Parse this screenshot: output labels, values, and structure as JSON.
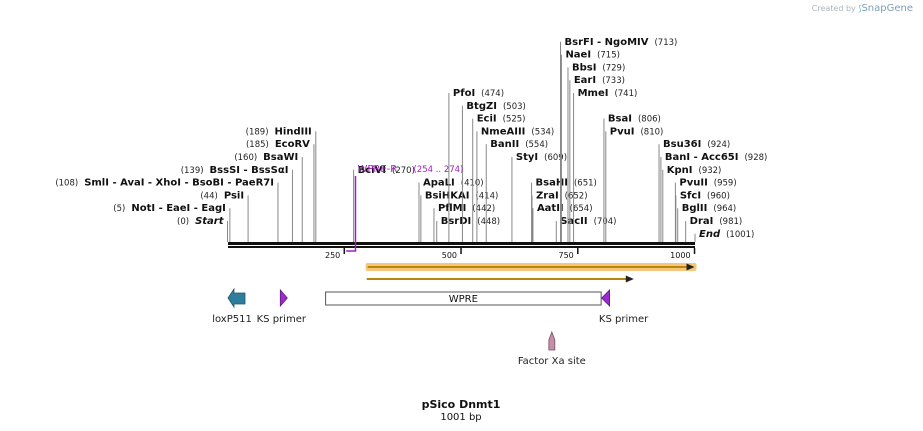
{
  "brand": {
    "prefix": "Created by",
    "name": "SnapGene"
  },
  "plasmid": {
    "name": "pSico Dnmt1",
    "length_label": "1001 bp"
  },
  "scale": {
    "bp_min": 1,
    "bp_max": 1001,
    "ticks": [
      {
        "bp": 250,
        "label": "250"
      },
      {
        "bp": 500,
        "label": "500"
      },
      {
        "bp": 750,
        "label": "750"
      },
      {
        "bp": 1000,
        "label": "1000"
      }
    ]
  },
  "sites": [
    {
      "name": "Start",
      "pos_label": "(0)",
      "bp": 0,
      "tier": 0,
      "italic": true
    },
    {
      "name": "NotI  - EaeI  - EagI",
      "pos_label": "(5)",
      "bp": 5,
      "tier": 1
    },
    {
      "name": "PsiI",
      "pos_label": "(44)",
      "bp": 44,
      "tier": 2
    },
    {
      "name": "SmlI  - AvaI  - XhoI  - BsoBI  - PaeR7I",
      "pos_label": "(108)",
      "bp": 108,
      "tier": 3
    },
    {
      "name": "BssSI  - BssSαI",
      "pos_label": "(139)",
      "bp": 139,
      "tier": 4
    },
    {
      "name": "BsaWI",
      "pos_label": "(160)",
      "bp": 160,
      "tier": 5
    },
    {
      "name": "EcoRV",
      "pos_label": "(185)",
      "bp": 185,
      "tier": 6
    },
    {
      "name": "HindIII",
      "pos_label": "(189)",
      "bp": 189,
      "tier": 7
    },
    {
      "name": "BciVI",
      "pos_label": "(270)",
      "bp": 270,
      "tier": 4,
      "label_right": true
    },
    {
      "name": "BsrDI",
      "pos_label": "(448)",
      "bp": 448,
      "tier": 0,
      "label_right": true
    },
    {
      "name": "PflMI",
      "pos_label": "(442)",
      "bp": 442,
      "tier": 1,
      "label_right": true
    },
    {
      "name": "BsiHKAI",
      "pos_label": "(414)",
      "bp": 414,
      "tier": 2,
      "label_right": true
    },
    {
      "name": "ApaLI",
      "pos_label": "(410)",
      "bp": 410,
      "tier": 3,
      "label_right": true
    },
    {
      "name": "PfoI",
      "pos_label": "(474)",
      "bp": 474,
      "tier": 10,
      "label_right": true
    },
    {
      "name": "BtgZI",
      "pos_label": "(503)",
      "bp": 503,
      "tier": 9,
      "label_right": true
    },
    {
      "name": "EciI",
      "pos_label": "(525)",
      "bp": 525,
      "tier": 8,
      "label_right": true
    },
    {
      "name": "NmeAIII",
      "pos_label": "(534)",
      "bp": 534,
      "tier": 7,
      "label_right": true
    },
    {
      "name": "BanII",
      "pos_label": "(554)",
      "bp": 554,
      "tier": 6,
      "label_right": true
    },
    {
      "name": "StyI",
      "pos_label": "(609)",
      "bp": 609,
      "tier": 5,
      "label_right": true
    },
    {
      "name": "BsaHI",
      "pos_label": "(651)",
      "bp": 651,
      "tier": 3,
      "label_right": true
    },
    {
      "name": "ZraI",
      "pos_label": "(652)",
      "bp": 652,
      "tier": 2,
      "label_right": true
    },
    {
      "name": "AatII",
      "pos_label": "(654)",
      "bp": 654,
      "tier": 1,
      "label_right": true
    },
    {
      "name": "SacII",
      "pos_label": "(704)",
      "bp": 704,
      "tier": 0,
      "label_right": true
    },
    {
      "name": "BsrFI  - NgoMIV",
      "pos_label": "(713)",
      "bp": 713,
      "tier": 14,
      "label_right": true
    },
    {
      "name": "NaeI",
      "pos_label": "(715)",
      "bp": 715,
      "tier": 13,
      "label_right": true
    },
    {
      "name": "BbsI",
      "pos_label": "(729)",
      "bp": 729,
      "tier": 12,
      "label_right": true
    },
    {
      "name": "EarI",
      "pos_label": "(733)",
      "bp": 733,
      "tier": 11,
      "label_right": true
    },
    {
      "name": "MmeI",
      "pos_label": "(741)",
      "bp": 741,
      "tier": 10,
      "label_right": true
    },
    {
      "name": "BsaI",
      "pos_label": "(806)",
      "bp": 806,
      "tier": 8,
      "label_right": true
    },
    {
      "name": "PvuI",
      "pos_label": "(810)",
      "bp": 810,
      "tier": 7,
      "label_right": true
    },
    {
      "name": "Bsu36I",
      "pos_label": "(924)",
      "bp": 924,
      "tier": 6,
      "label_right": true
    },
    {
      "name": "BanI  - Acc65I",
      "pos_label": "(928)",
      "bp": 928,
      "tier": 5,
      "label_right": true
    },
    {
      "name": "KpnI",
      "pos_label": "(932)",
      "bp": 932,
      "tier": 4,
      "label_right": true
    },
    {
      "name": "PvuII",
      "pos_label": "(959)",
      "bp": 959,
      "tier": 3,
      "label_right": true
    },
    {
      "name": "SfcI",
      "pos_label": "(960)",
      "bp": 960,
      "tier": 2,
      "label_right": true
    },
    {
      "name": "BglII",
      "pos_label": "(964)",
      "bp": 964,
      "tier": 1,
      "label_right": true
    },
    {
      "name": "DraI",
      "pos_label": "(981)",
      "bp": 981,
      "tier": 0,
      "label_right": true
    },
    {
      "name": "End",
      "pos_label": "(1001)",
      "bp": 1001,
      "tier": -1,
      "label_right": true,
      "italic": true
    }
  ],
  "primer": {
    "name": "WPRE-R",
    "range_label": "(254 .. 274)",
    "color": "#a020c0"
  },
  "orfs": [
    {
      "start": 300,
      "end": 1000,
      "color": "#b8860b",
      "highlight": "#f6c77a"
    },
    {
      "start": 298,
      "end": 870,
      "color": "#b8860b",
      "highlight": "#ffffff"
    }
  ],
  "features": [
    {
      "name": "loxP511",
      "type": "arrow-left",
      "start": 1,
      "end": 35,
      "color": "#2e7d9a",
      "label_row": 0
    },
    {
      "name": "KS primer",
      "type": "arrow-right",
      "start": 113,
      "end": 131,
      "color": "#9a2ccf",
      "label_row": 0
    },
    {
      "name": "WPRE",
      "type": "box",
      "start": 210,
      "end": 800,
      "color": "#ffffff"
    },
    {
      "name": "KS primer",
      "type": "arrow-left",
      "start": 801,
      "end": 818,
      "color": "#9a2ccf",
      "label_row": 0
    },
    {
      "name": "Factor Xa site",
      "type": "small",
      "start": 688,
      "end": 699,
      "color": "#c68fa8",
      "label_row": 1
    }
  ]
}
